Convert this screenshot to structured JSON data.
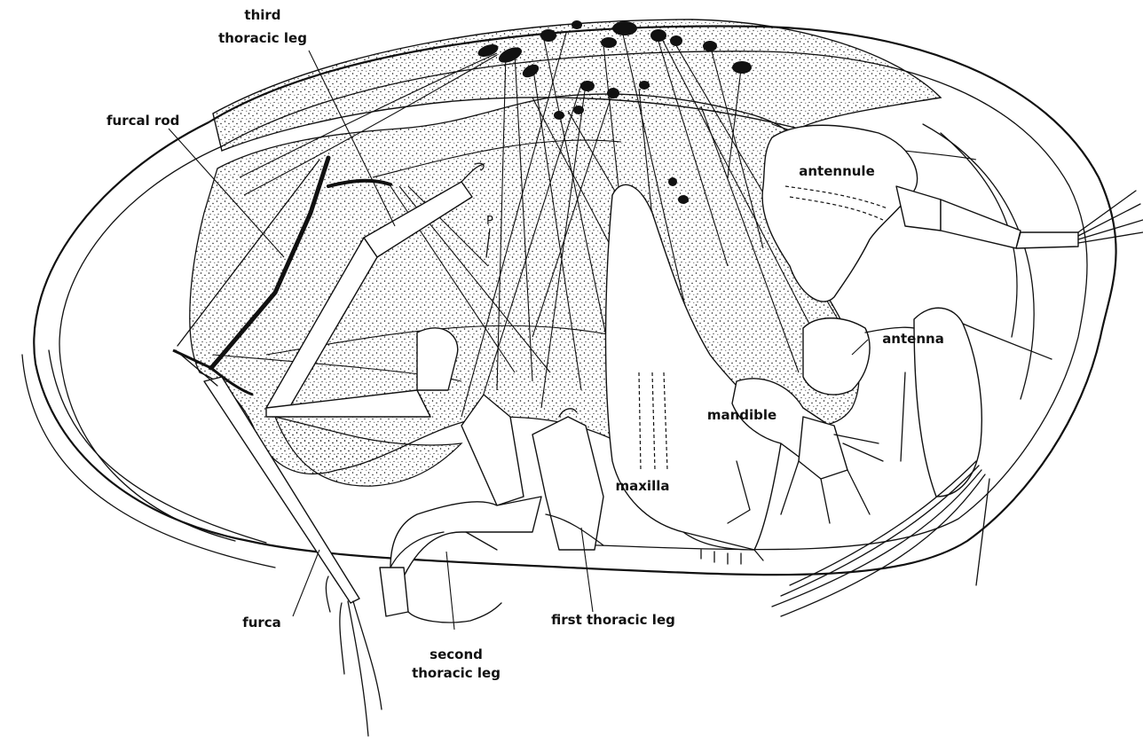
{
  "labels": {
    "third_thoracic_leg": [
      "third",
      "thoracic leg"
    ],
    "furcal_rod": "furcal rod",
    "antennule": "antennule",
    "antenna": "antenna",
    "mandible": "mandible",
    "maxilla": "maxilla",
    "furca": "furca",
    "second_thoracic_leg": [
      "second",
      "thoracic leg"
    ],
    "first_thoracic_leg": "first thoracic leg",
    "p_mark": "P"
  },
  "colors": {
    "ink": "#111111",
    "paper": "#ffffff"
  }
}
